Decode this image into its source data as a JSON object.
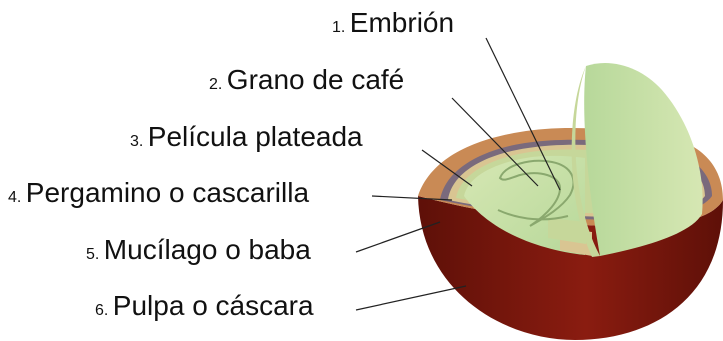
{
  "labels": [
    {
      "number": "1.",
      "text": "Embrión"
    },
    {
      "number": "2.",
      "text": "Grano de café"
    },
    {
      "number": "3.",
      "text": "Película plateada"
    },
    {
      "number": "4.",
      "text": "Pergamino o cascarilla"
    },
    {
      "number": "5.",
      "text": "Mucílago o baba"
    },
    {
      "number": "6.",
      "text": "Pulpa o cáscara"
    }
  ],
  "colors": {
    "pulp_outer": "#8a1c10",
    "pulp_dark": "#5e1008",
    "pulp_rim": "#c98a55",
    "mucilage": "#7a6a7c",
    "parchment": "#d9c592",
    "silverskin": "#c6d79a",
    "bean": "#b7d89a",
    "bean_light": "#d6e7b3",
    "leader_line": "#222222"
  }
}
